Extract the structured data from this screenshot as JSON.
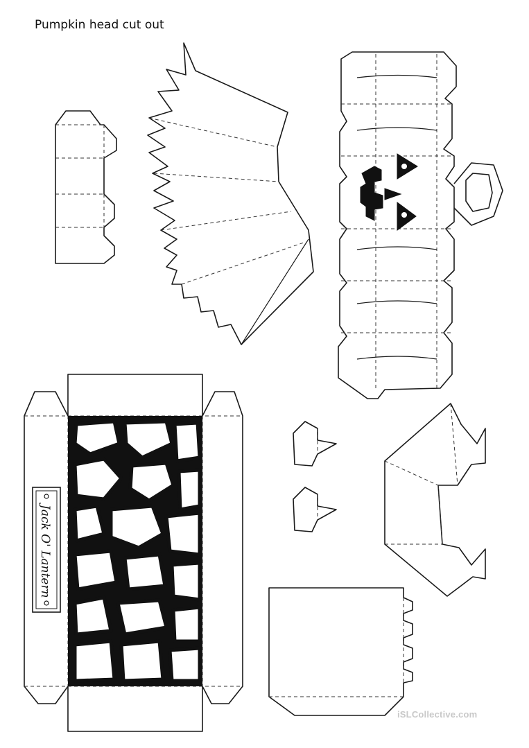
{
  "title": "Pumpkin head cut out",
  "plaque_text": "Jack O' Lantern",
  "watermark": "iSLCollective.com",
  "colors": {
    "ink": "#1a1a1a",
    "paper": "#ffffff",
    "watermark": "#c8c8c8"
  }
}
